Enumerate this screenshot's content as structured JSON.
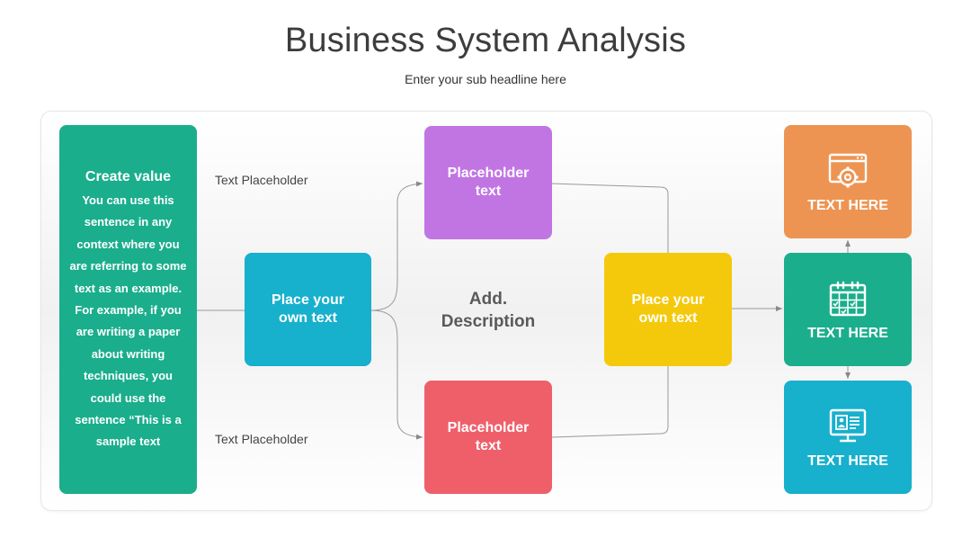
{
  "header": {
    "title": "Business System Analysis",
    "subtitle": "Enter your sub headline here"
  },
  "create_box": {
    "title": "Create value",
    "body": "You can use this sentence in any context where you are referring to some text as an example. For example, if you are writing a paper about writing techniques, you could use the sentence “This is a sample text"
  },
  "labels": {
    "top": "Text Placeholder",
    "bottom": "Text Placeholder"
  },
  "nodes": {
    "own_text_1": "Place your own text",
    "placeholder_top": "Placeholder text",
    "placeholder_bottom": "Placeholder text",
    "own_text_2": "Place your own text",
    "description": "Add. Description"
  },
  "outputs": [
    {
      "label": "TEXT HERE",
      "icon": "browser-gear-icon",
      "color": "#ED9452"
    },
    {
      "label": "TEXT HERE",
      "icon": "calendar-icon",
      "color": "#1AAE8C"
    },
    {
      "label": "TEXT HERE",
      "icon": "monitor-profile-icon",
      "color": "#17B0CD"
    }
  ],
  "colors": {
    "green": "#1AAE8C",
    "cyan": "#17B0CD",
    "purple": "#C175E3",
    "red": "#EF5F6A",
    "yellow": "#F4C90B",
    "orange": "#ED9452"
  }
}
